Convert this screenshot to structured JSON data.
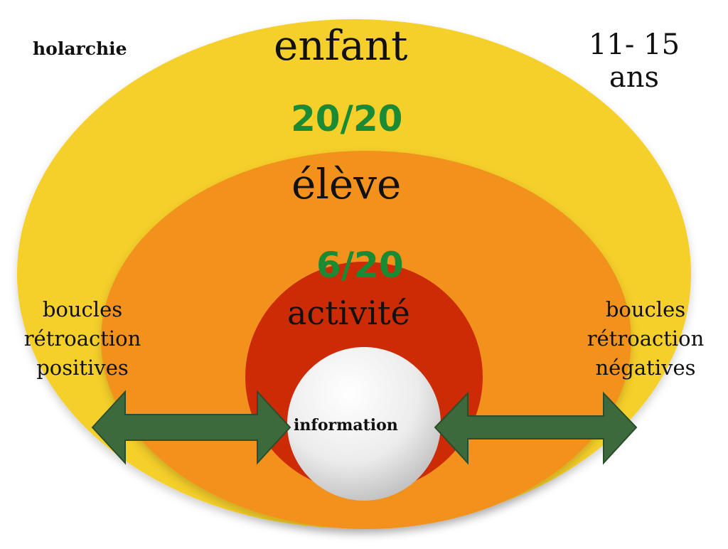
{
  "title": "holarchie",
  "levels": {
    "outer": {
      "label": "enfant",
      "score": "20/20"
    },
    "middle": {
      "label": "élève",
      "score": "6/20"
    },
    "inner": {
      "label": "activité"
    },
    "core": {
      "label": "information"
    }
  },
  "age": {
    "line1": "11- 15",
    "line2": "ans"
  },
  "left_note": {
    "line1": "boucles",
    "line2": "rétroaction",
    "line3": "positives"
  },
  "right_note": {
    "line1": "boucles",
    "line2": "rétroaction",
    "line3": "négatives"
  },
  "colors": {
    "outer": "#f5cf2a",
    "middle": "#f2911c",
    "inner": "#cc2b06",
    "core": "#eeeeee",
    "arrow": "#3d6a3c",
    "score": "#1a8a35"
  }
}
